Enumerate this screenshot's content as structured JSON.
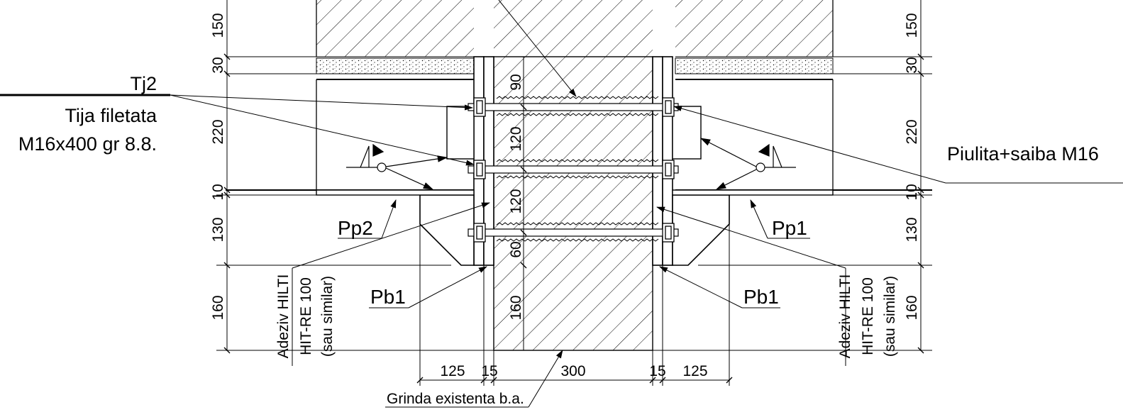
{
  "labels": {
    "tj2": "Tj2",
    "tija_line1": "Tija filetata",
    "tija_line2": "M16x400 gr 8.8.",
    "piulita": "Piulita+saiba M16",
    "pp2": "Pp2",
    "pp1": "Pp1",
    "pb1_left": "Pb1",
    "pb1_right": "Pb1",
    "grinda": "Grinda existenta b.a.",
    "adeziv_left": [
      "Adeziv HILTI",
      "HIT-RE 100",
      "(sau similar)"
    ],
    "adeziv_right": [
      "Adeziv HILTI",
      "HIT-RE 100",
      "(sau similar)"
    ]
  },
  "dimensions": {
    "left_vertical": [
      "150",
      "30",
      "220",
      "10",
      "130",
      "160"
    ],
    "right_vertical": [
      "150",
      "30",
      "220",
      "10",
      "130",
      "160"
    ],
    "inner_vertical": [
      "90",
      "120",
      "120",
      "60",
      "160"
    ],
    "bottom": [
      "125",
      "15",
      "300",
      "15",
      "125"
    ]
  },
  "colors": {
    "line": "#000000",
    "background": "#ffffff"
  }
}
